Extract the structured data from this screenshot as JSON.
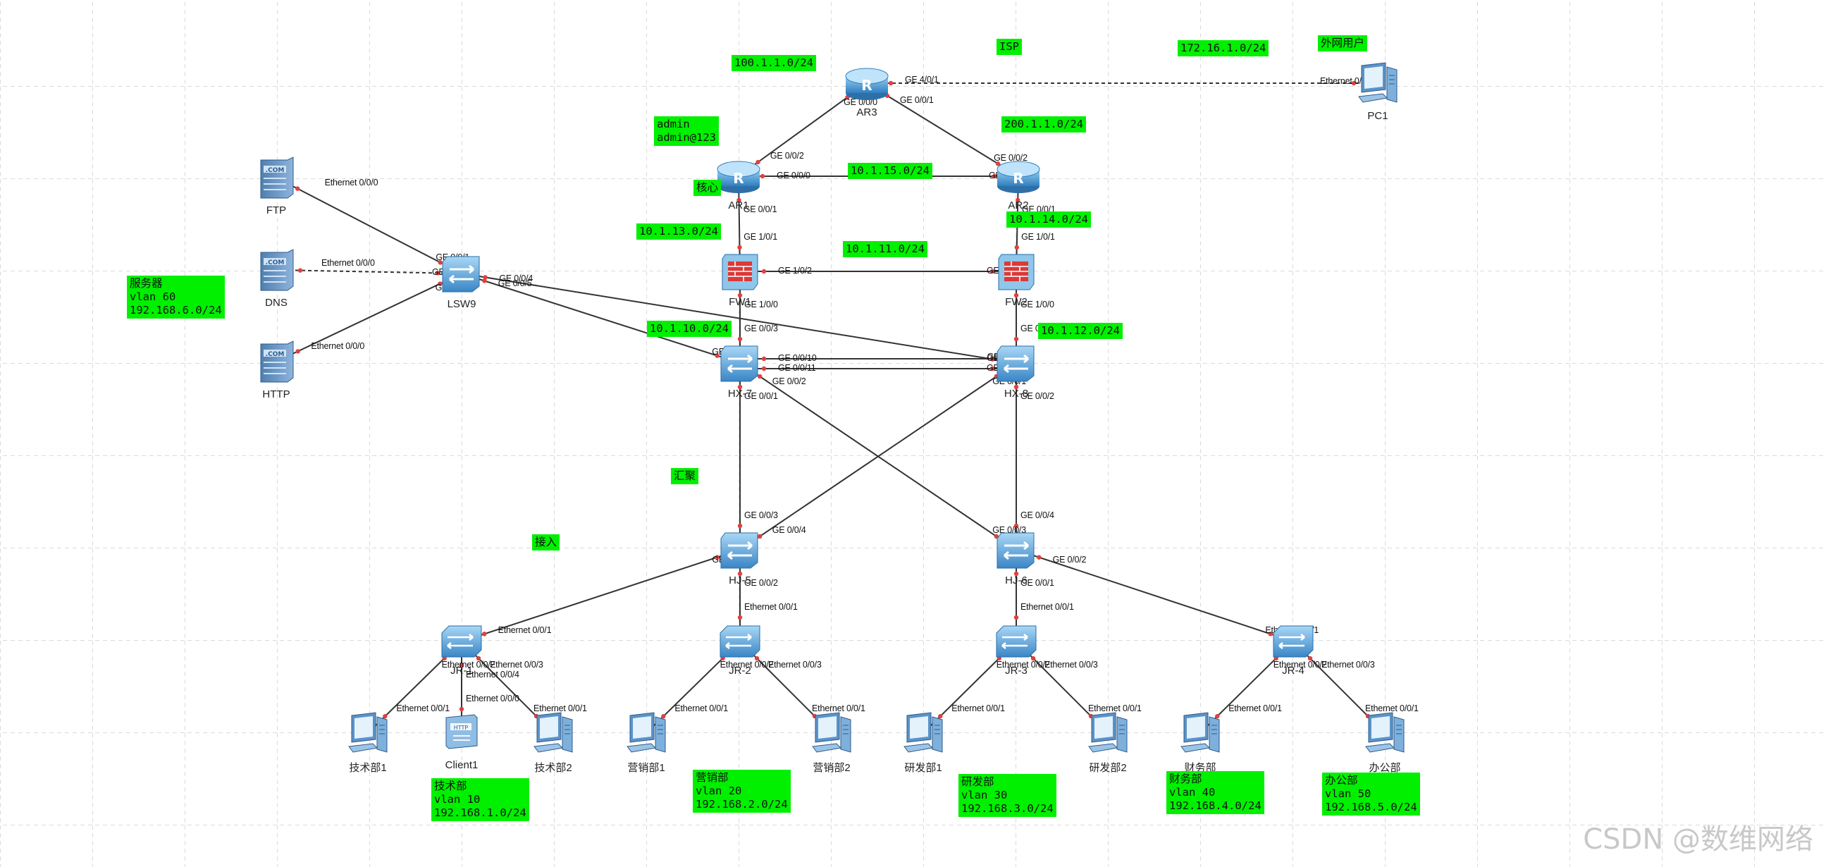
{
  "devices": [
    {
      "id": "AR3",
      "label": "AR3",
      "type": "router"
    },
    {
      "id": "AR1",
      "label": "AR1",
      "type": "router"
    },
    {
      "id": "AR2",
      "label": "AR2",
      "type": "router"
    },
    {
      "id": "PC1",
      "label": "PC1",
      "type": "pc"
    },
    {
      "id": "FTP",
      "label": "FTP",
      "type": "server"
    },
    {
      "id": "DNS",
      "label": "DNS",
      "type": "server"
    },
    {
      "id": "HTTP",
      "label": "HTTP",
      "type": "server"
    },
    {
      "id": "LSW9",
      "label": "LSW9",
      "type": "l3switch"
    },
    {
      "id": "FW1",
      "label": "FW1",
      "type": "firewall"
    },
    {
      "id": "FW2",
      "label": "FW2",
      "type": "firewall"
    },
    {
      "id": "HX7",
      "label": "HX-7",
      "type": "l3switch"
    },
    {
      "id": "HX8",
      "label": "HX-8",
      "type": "l3switch"
    },
    {
      "id": "HJ5",
      "label": "HJ-5",
      "type": "l3switch"
    },
    {
      "id": "HJ6",
      "label": "HJ-6",
      "type": "l3switch"
    },
    {
      "id": "JR1",
      "label": "JR-1",
      "type": "l2switch"
    },
    {
      "id": "JR2",
      "label": "JR-2",
      "type": "l2switch"
    },
    {
      "id": "JR3",
      "label": "JR-3",
      "type": "l2switch"
    },
    {
      "id": "JR4",
      "label": "JR-4",
      "type": "l2switch"
    },
    {
      "id": "T1",
      "label": "技术部1",
      "type": "pc"
    },
    {
      "id": "C1",
      "label": "Client1",
      "type": "client"
    },
    {
      "id": "T2",
      "label": "技术部2",
      "type": "pc"
    },
    {
      "id": "S1",
      "label": "营销部1",
      "type": "pc"
    },
    {
      "id": "S2",
      "label": "营销部2",
      "type": "pc"
    },
    {
      "id": "R1",
      "label": "研发部1",
      "type": "pc"
    },
    {
      "id": "R2",
      "label": "研发部2",
      "type": "pc"
    },
    {
      "id": "F1",
      "label": "财务部",
      "type": "pc"
    },
    {
      "id": "O1",
      "label": "办公部",
      "type": "pc"
    }
  ],
  "links": [
    {
      "a": "AR3",
      "b": "AR1",
      "pa": "GE 0/0/0",
      "pb": "GE 0/0/2"
    },
    {
      "a": "AR3",
      "b": "AR2",
      "pa": "GE 0/0/1",
      "pb": "GE 0/0/2"
    },
    {
      "a": "AR3",
      "b": "PC1",
      "pa": "GE 4/0/1",
      "pb": "Ethernet 0/0/1",
      "dashed": true
    },
    {
      "a": "AR1",
      "b": "AR2",
      "pa": "GE 0/0/0",
      "pb": "GE 0/0/0"
    },
    {
      "a": "AR1",
      "b": "FW1",
      "pa": "GE 0/0/1",
      "pb": "GE 1/0/1"
    },
    {
      "a": "AR2",
      "b": "FW2",
      "pa": "GE 0/0/1",
      "pb": "GE 1/0/1"
    },
    {
      "a": "FW1",
      "b": "FW2",
      "pa": "GE 1/0/2",
      "pb": "GE 1/0/2"
    },
    {
      "a": "FW1",
      "b": "HX7",
      "pa": "GE 1/0/0",
      "pb": "GE 0/0/3"
    },
    {
      "a": "FW2",
      "b": "HX8",
      "pa": "GE 1/0/0",
      "pb": "GE 0/0/3"
    },
    {
      "a": "FTP",
      "b": "LSW9",
      "pa": "Ethernet 0/0/0",
      "pb": "GE 0/0/1"
    },
    {
      "a": "DNS",
      "b": "LSW9",
      "pa": "Ethernet 0/0/0",
      "pb": "GE 0/0/2",
      "dashed": true
    },
    {
      "a": "HTTP",
      "b": "LSW9",
      "pa": "Ethernet 0/0/0",
      "pb": "GE 0/0/3"
    },
    {
      "a": "LSW9",
      "b": "HX8",
      "pa": "GE 0/0/4",
      "pb": "GE 0/0/9"
    },
    {
      "a": "LSW9",
      "b": "HX7",
      "pa": "GE 0/0/5",
      "pb": "GE 0/0/9"
    },
    {
      "a": "HX7",
      "b": "HX8",
      "pa": "GE 0/0/10",
      "pb": "GE 0/0/10",
      "off": -6
    },
    {
      "a": "HX7",
      "b": "HX8",
      "pa": "GE 0/0/11",
      "pb": "GE 0/0/11",
      "off": 8
    },
    {
      "a": "HX7",
      "b": "HJ5",
      "pa": "GE 0/0/1",
      "pb": "GE 0/0/3"
    },
    {
      "a": "HX7",
      "b": "HJ6",
      "pa": "GE 0/0/2",
      "pb": "GE 0/0/3"
    },
    {
      "a": "HX8",
      "b": "HJ5",
      "pa": "GE 0/0/1",
      "pb": "GE 0/0/4"
    },
    {
      "a": "HX8",
      "b": "HJ6",
      "pa": "GE 0/0/2",
      "pb": "GE 0/0/4"
    },
    {
      "a": "HJ5",
      "b": "JR1",
      "pa": "GE 0/0/1",
      "pb": "Ethernet 0/0/1"
    },
    {
      "a": "HJ5",
      "b": "JR2",
      "pa": "GE 0/0/2",
      "pb": "Ethernet 0/0/1"
    },
    {
      "a": "HJ6",
      "b": "JR3",
      "pa": "GE 0/0/1",
      "pb": "Ethernet 0/0/1"
    },
    {
      "a": "HJ6",
      "b": "JR4",
      "pa": "GE 0/0/2",
      "pb": "Ethernet 0/0/1"
    },
    {
      "a": "JR1",
      "b": "T1",
      "pa": "Ethernet 0/0/2",
      "pb": "Ethernet 0/0/1"
    },
    {
      "a": "JR1",
      "b": "C1",
      "pa": "Ethernet 0/0/4",
      "pb": "Ethernet 0/0/0"
    },
    {
      "a": "JR1",
      "b": "T2",
      "pa": "Ethernet 0/0/3",
      "pb": "Ethernet 0/0/1"
    },
    {
      "a": "JR2",
      "b": "S1",
      "pa": "Ethernet 0/0/2",
      "pb": "Ethernet 0/0/1"
    },
    {
      "a": "JR2",
      "b": "S2",
      "pa": "Ethernet 0/0/3",
      "pb": "Ethernet 0/0/1"
    },
    {
      "a": "JR3",
      "b": "R1",
      "pa": "Ethernet 0/0/2",
      "pb": "Ethernet 0/0/1"
    },
    {
      "a": "JR3",
      "b": "R2",
      "pa": "Ethernet 0/0/3",
      "pb": "Ethernet 0/0/1"
    },
    {
      "a": "JR4",
      "b": "F1",
      "pa": "Ethernet 0/0/2",
      "pb": "Ethernet 0/0/1"
    },
    {
      "a": "JR4",
      "b": "O1",
      "pa": "Ethernet 0/0/3",
      "pb": "Ethernet 0/0/1"
    }
  ],
  "tags": [
    {
      "id": "net-100",
      "lines": [
        "100.1.1.0/24"
      ]
    },
    {
      "id": "isp",
      "lines": [
        "ISP"
      ]
    },
    {
      "id": "net-172",
      "lines": [
        "172.16.1.0/24"
      ]
    },
    {
      "id": "ext-user",
      "lines": [
        "外网用户"
      ]
    },
    {
      "id": "admin",
      "lines": [
        "admin",
        "admin@123"
      ]
    },
    {
      "id": "net-200",
      "lines": [
        "200.1.1.0/24"
      ]
    },
    {
      "id": "core",
      "lines": [
        "核心"
      ]
    },
    {
      "id": "net-15",
      "lines": [
        "10.1.15.0/24"
      ]
    },
    {
      "id": "net-13",
      "lines": [
        "10.1.13.0/24"
      ]
    },
    {
      "id": "net-14",
      "lines": [
        "10.1.14.0/24"
      ]
    },
    {
      "id": "net-11",
      "lines": [
        "10.1.11.0/24"
      ]
    },
    {
      "id": "server-zone",
      "lines": [
        "服务器",
        "vlan 60",
        "192.168.6.0/24"
      ]
    },
    {
      "id": "net-10",
      "lines": [
        "10.1.10.0/24"
      ]
    },
    {
      "id": "net-12",
      "lines": [
        "10.1.12.0/24"
      ]
    },
    {
      "id": "aggregation",
      "lines": [
        "汇聚"
      ]
    },
    {
      "id": "access",
      "lines": [
        "接入"
      ]
    },
    {
      "id": "dept-tech",
      "lines": [
        "技术部",
        "vlan 10",
        "192.168.1.0/24"
      ]
    },
    {
      "id": "dept-sales",
      "lines": [
        "营销部",
        "vlan 20",
        "192.168.2.0/24"
      ]
    },
    {
      "id": "dept-rd",
      "lines": [
        "研发部",
        "vlan 30",
        "192.168.3.0/24"
      ]
    },
    {
      "id": "dept-finance",
      "lines": [
        "财务部",
        "vlan 40",
        "192.168.4.0/24"
      ]
    },
    {
      "id": "dept-office",
      "lines": [
        "办公部",
        "vlan 50",
        "192.168.5.0/24"
      ]
    }
  ],
  "watermark": "CSDN @数维网络",
  "colors": {
    "tag": "#00f000",
    "link": "#333333",
    "port_dot": "#e04040",
    "grid": "#cfcfcf"
  }
}
